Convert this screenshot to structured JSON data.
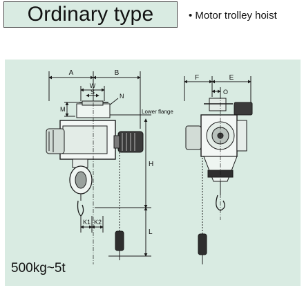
{
  "header": {
    "title": "Ordinary type",
    "subtitle": "• Motor trolley hoist"
  },
  "drawing": {
    "dimension_labels": {
      "A": "A",
      "B": "B",
      "W": "W",
      "S": "S",
      "N": "N",
      "M": "M",
      "H": "H",
      "L": "L",
      "K1": "K1",
      "K2": "K2",
      "F": "F",
      "E": "E",
      "O": "O"
    },
    "lower_flange_label": "Lower flange",
    "capacity_caption": "500kg~5t"
  },
  "colors": {
    "panel_bg": "#d9ebe2",
    "title_bg": "#d9ebe2",
    "line": "#1a1a1a"
  }
}
